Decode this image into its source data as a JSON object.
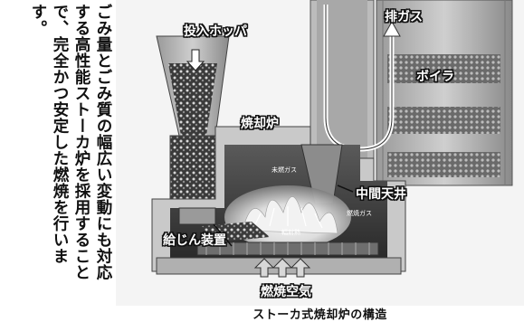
{
  "description_text": "ごみ量とごみ質の幅広い変動にも対応する高性能ストーカ炉を採用することで、完全かつ安定した燃焼を行います。",
  "labels": {
    "hopper": "投入ホッパ",
    "exhaust_gas": "排ガス",
    "boiler": "ボイラ",
    "furnace": "焼却炉",
    "unburned_gas": "未燃ガス",
    "middle_ceiling": "中間天井",
    "combustion_gas": "燃焼ガス",
    "radiant_heat": "輻射熱",
    "feeder": "給じん装置",
    "combustion_air": "燃焼空気"
  },
  "caption": "ストーカ式焼却炉の構造"
}
